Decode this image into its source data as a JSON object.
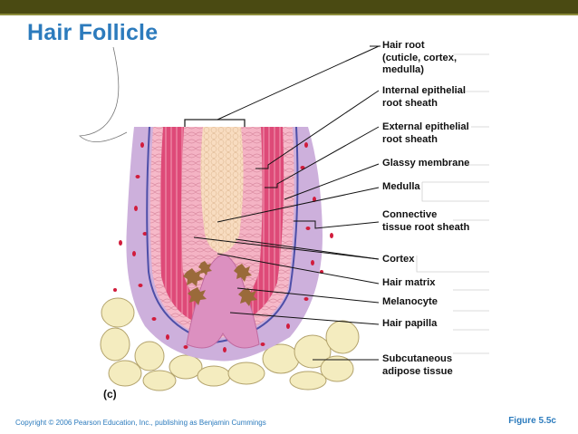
{
  "title": "Hair Follicle",
  "labels": [
    {
      "id": "hair-root",
      "text": "Hair root\n(cuticle, cortex,\nmedulla)"
    },
    {
      "id": "internal-sheath",
      "text": "Internal epithelial\nroot sheath"
    },
    {
      "id": "external-sheath",
      "text": "External epithelial\nroot sheath"
    },
    {
      "id": "glassy-membrane",
      "text": "Glassy membrane"
    },
    {
      "id": "medulla",
      "text": "Medulla"
    },
    {
      "id": "connective-sheath",
      "text": "Connective\ntissue root sheath"
    },
    {
      "id": "cortex",
      "text": "Cortex"
    },
    {
      "id": "hair-matrix",
      "text": "Hair matrix"
    },
    {
      "id": "melanocyte",
      "text": "Melanocyte"
    },
    {
      "id": "hair-papilla",
      "text": "Hair papilla"
    },
    {
      "id": "subcutaneous",
      "text": "Subcutaneous\nadipose tissue"
    }
  ],
  "panel_tag": "(c)",
  "copyright": "Copyright © 2006 Pearson Education, Inc., publishing as Benjamin Cummings",
  "figure": "Figure 5.5c",
  "colors": {
    "title": "#2c7bbd",
    "outer_sheath": "#c9a9d8",
    "epithelial_pink": "#e0507a",
    "cortex_pink": "#f2a7b8",
    "medulla_cream": "#f6dcc0",
    "fat": "#f3e9b5",
    "melanocyte": "#9a6a3a",
    "glassy_membrane": "#4d4fa8"
  }
}
